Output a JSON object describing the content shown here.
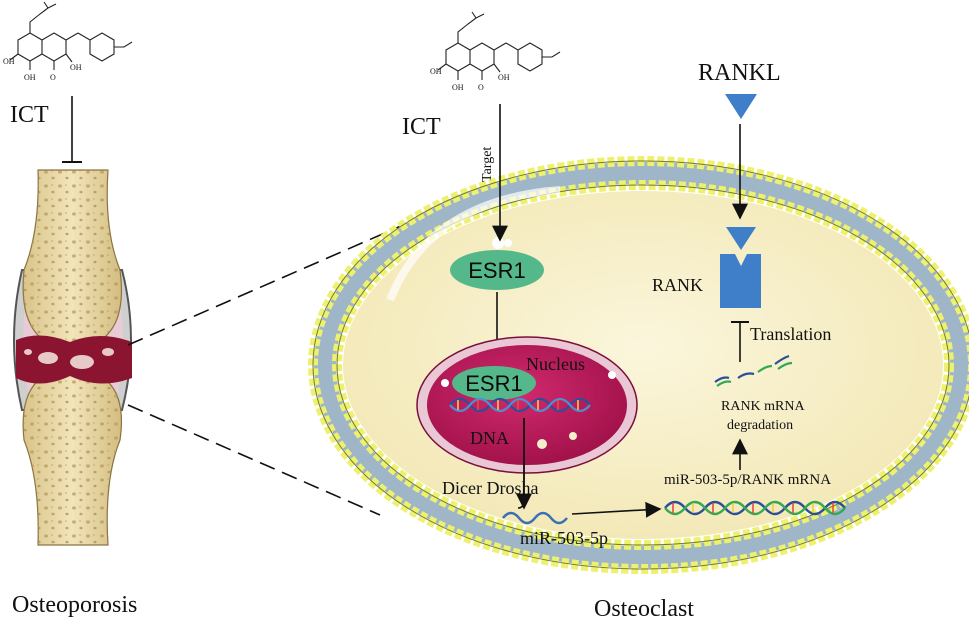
{
  "labels": {
    "ict_left": "ICT",
    "ict_right": "ICT",
    "target": "Target",
    "rankl": "RANKL",
    "rank": "RANK",
    "esr1_cyto": "ESR1",
    "esr1_nuc": "ESR1",
    "nucleus": "Nucleus",
    "dna": "DNA",
    "translation": "Translation",
    "rank_mrna_deg_1": "RANK mRNA",
    "rank_mrna_deg_2": "degradation",
    "mir_complex": "miR-503-5p/RANK mRNA",
    "dicer_drosha": "Dicer  Drosha",
    "mir": "miR-503-5p",
    "osteoporosis": "Osteoporosis",
    "osteoclast": "Osteoclast"
  },
  "molecule_atoms": {
    "oh": "OH",
    "o": "O"
  },
  "colors": {
    "membrane_head": "#eef070",
    "membrane_tail": "#9fb6c8",
    "cytoplasm": "#f7efc4",
    "nucleus": "#c01a5c",
    "esr1": "#55b88a",
    "receptor": "#3f7fc9",
    "bone": "#e8d8a8",
    "joint_red": "#8b1530"
  }
}
